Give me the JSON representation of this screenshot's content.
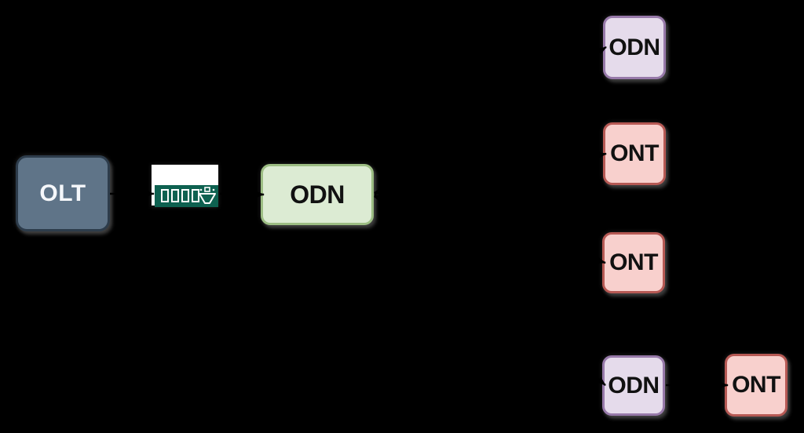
{
  "diagram": {
    "type": "network-topology",
    "background_color": "#000000",
    "connector": {
      "color": "#000000",
      "width": 2.5,
      "arrowhead": "filled-triangle"
    },
    "nodes": {
      "olt": {
        "label": "OLT",
        "fill": "#5f7488",
        "border": "#2d3c4b",
        "text_color": "#f5f7fa",
        "shape": "rounded-rectangle"
      },
      "splitter": {
        "label": "",
        "icon": "ethernet-switch",
        "body_color": "#0e6150",
        "backdrop_color": "#ffffff",
        "port_color": "#ffffff",
        "ports": 4
      },
      "odn_main": {
        "label": "ODN",
        "fill": "#dcebd3",
        "border": "#9cbd83",
        "text_color": "#111111",
        "shape": "rounded-rectangle"
      },
      "odn_top": {
        "label": "ODN",
        "fill": "#e5dbeb",
        "border": "#9779a9",
        "text_color": "#111111",
        "shape": "rounded-square"
      },
      "ont_1": {
        "label": "ONT",
        "fill": "#f8d0cd",
        "border": "#b65954",
        "text_color": "#111111",
        "shape": "rounded-square"
      },
      "ont_2": {
        "label": "ONT",
        "fill": "#f8d0cd",
        "border": "#b65954",
        "text_color": "#111111",
        "shape": "rounded-square"
      },
      "odn_bottom": {
        "label": "ODN",
        "fill": "#e5dbeb",
        "border": "#9779a9",
        "text_color": "#111111",
        "shape": "rounded-square"
      },
      "ont_3": {
        "label": "ONT",
        "fill": "#f8d0cd",
        "border": "#b65954",
        "text_color": "#111111",
        "shape": "rounded-square"
      }
    },
    "edges": [
      {
        "from": "olt",
        "to": "splitter"
      },
      {
        "from": "splitter",
        "to": "odn_main"
      },
      {
        "from": "odn_main",
        "to": "odn_top"
      },
      {
        "from": "odn_main",
        "to": "ont_1"
      },
      {
        "from": "odn_main",
        "to": "ont_2"
      },
      {
        "from": "odn_main",
        "to": "odn_bottom"
      },
      {
        "from": "odn_bottom",
        "to": "ont_3"
      }
    ]
  }
}
